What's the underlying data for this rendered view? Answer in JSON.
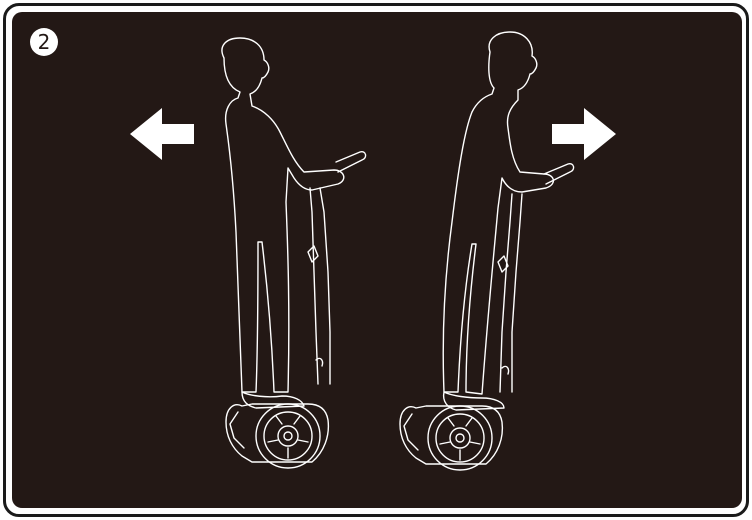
{
  "step": {
    "number": "2"
  },
  "colors": {
    "panel_background": "#231815",
    "outline": "#ffffff",
    "frame_border": "#1a1a1a"
  },
  "figures": [
    {
      "name": "rider-leaning-back",
      "direction": "left"
    },
    {
      "name": "rider-leaning-forward",
      "direction": "right"
    }
  ],
  "icons": [
    "arrow-left-icon",
    "arrow-right-icon",
    "segway-icon",
    "person-icon"
  ]
}
